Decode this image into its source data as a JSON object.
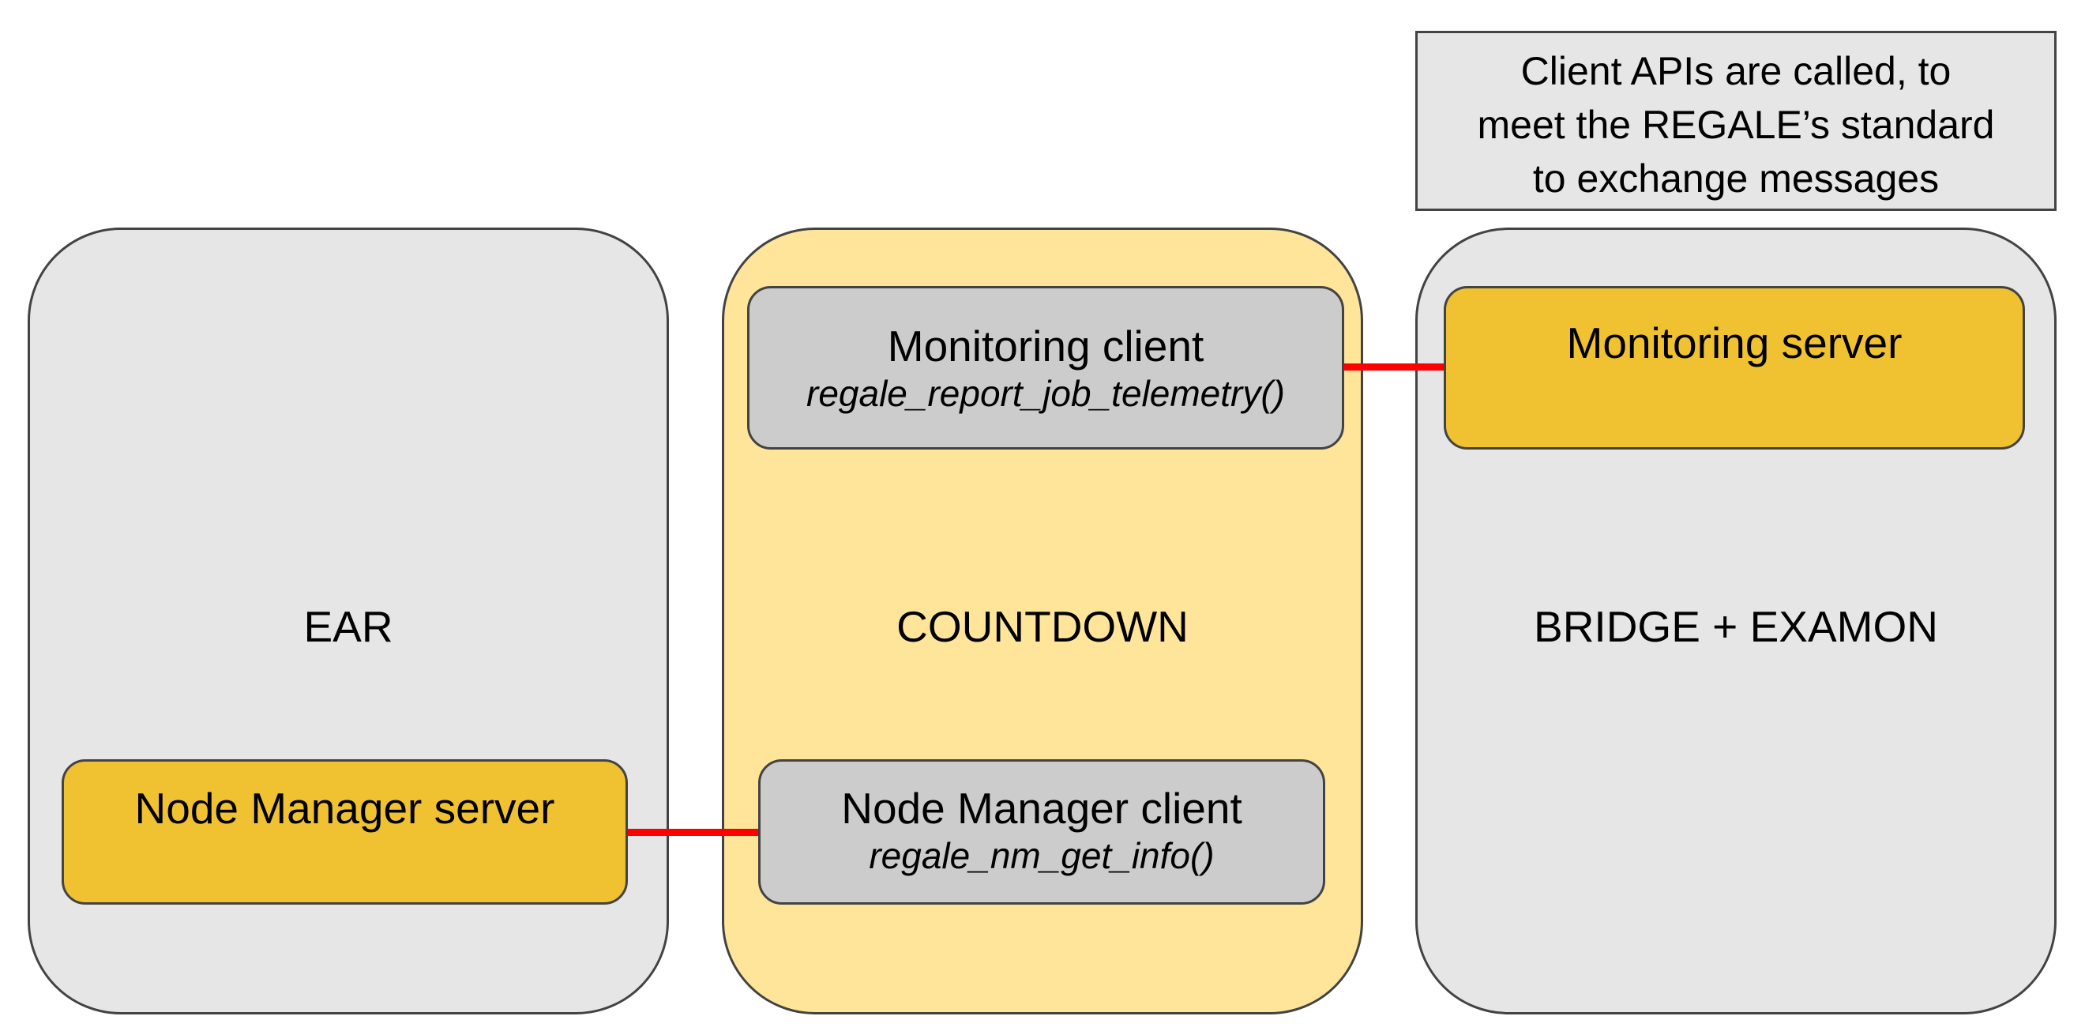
{
  "colors": {
    "panel_grey": "#e6e6e6",
    "panel_yellow": "#fee599",
    "server_box": "#f0c232",
    "client_box": "#cccccc",
    "note_bg": "#e6e6e6",
    "connector": "#ff0000",
    "border": "#434343"
  },
  "note": {
    "lines": [
      "Client APIs are called, to",
      "meet the REGALE’s standard",
      "to exchange messages"
    ]
  },
  "panels": {
    "ear": {
      "label": "EAR",
      "node_manager_server": {
        "title": "Node Manager server"
      }
    },
    "countdown": {
      "label": "COUNTDOWN",
      "monitoring_client": {
        "title": "Monitoring client",
        "api": "regale_report_job_telemetry()"
      },
      "node_manager_client": {
        "title": "Node Manager client",
        "api": "regale_nm_get_info()"
      }
    },
    "bridge": {
      "label": "BRIDGE + EXAMON",
      "monitoring_server": {
        "title": "Monitoring server"
      }
    }
  }
}
